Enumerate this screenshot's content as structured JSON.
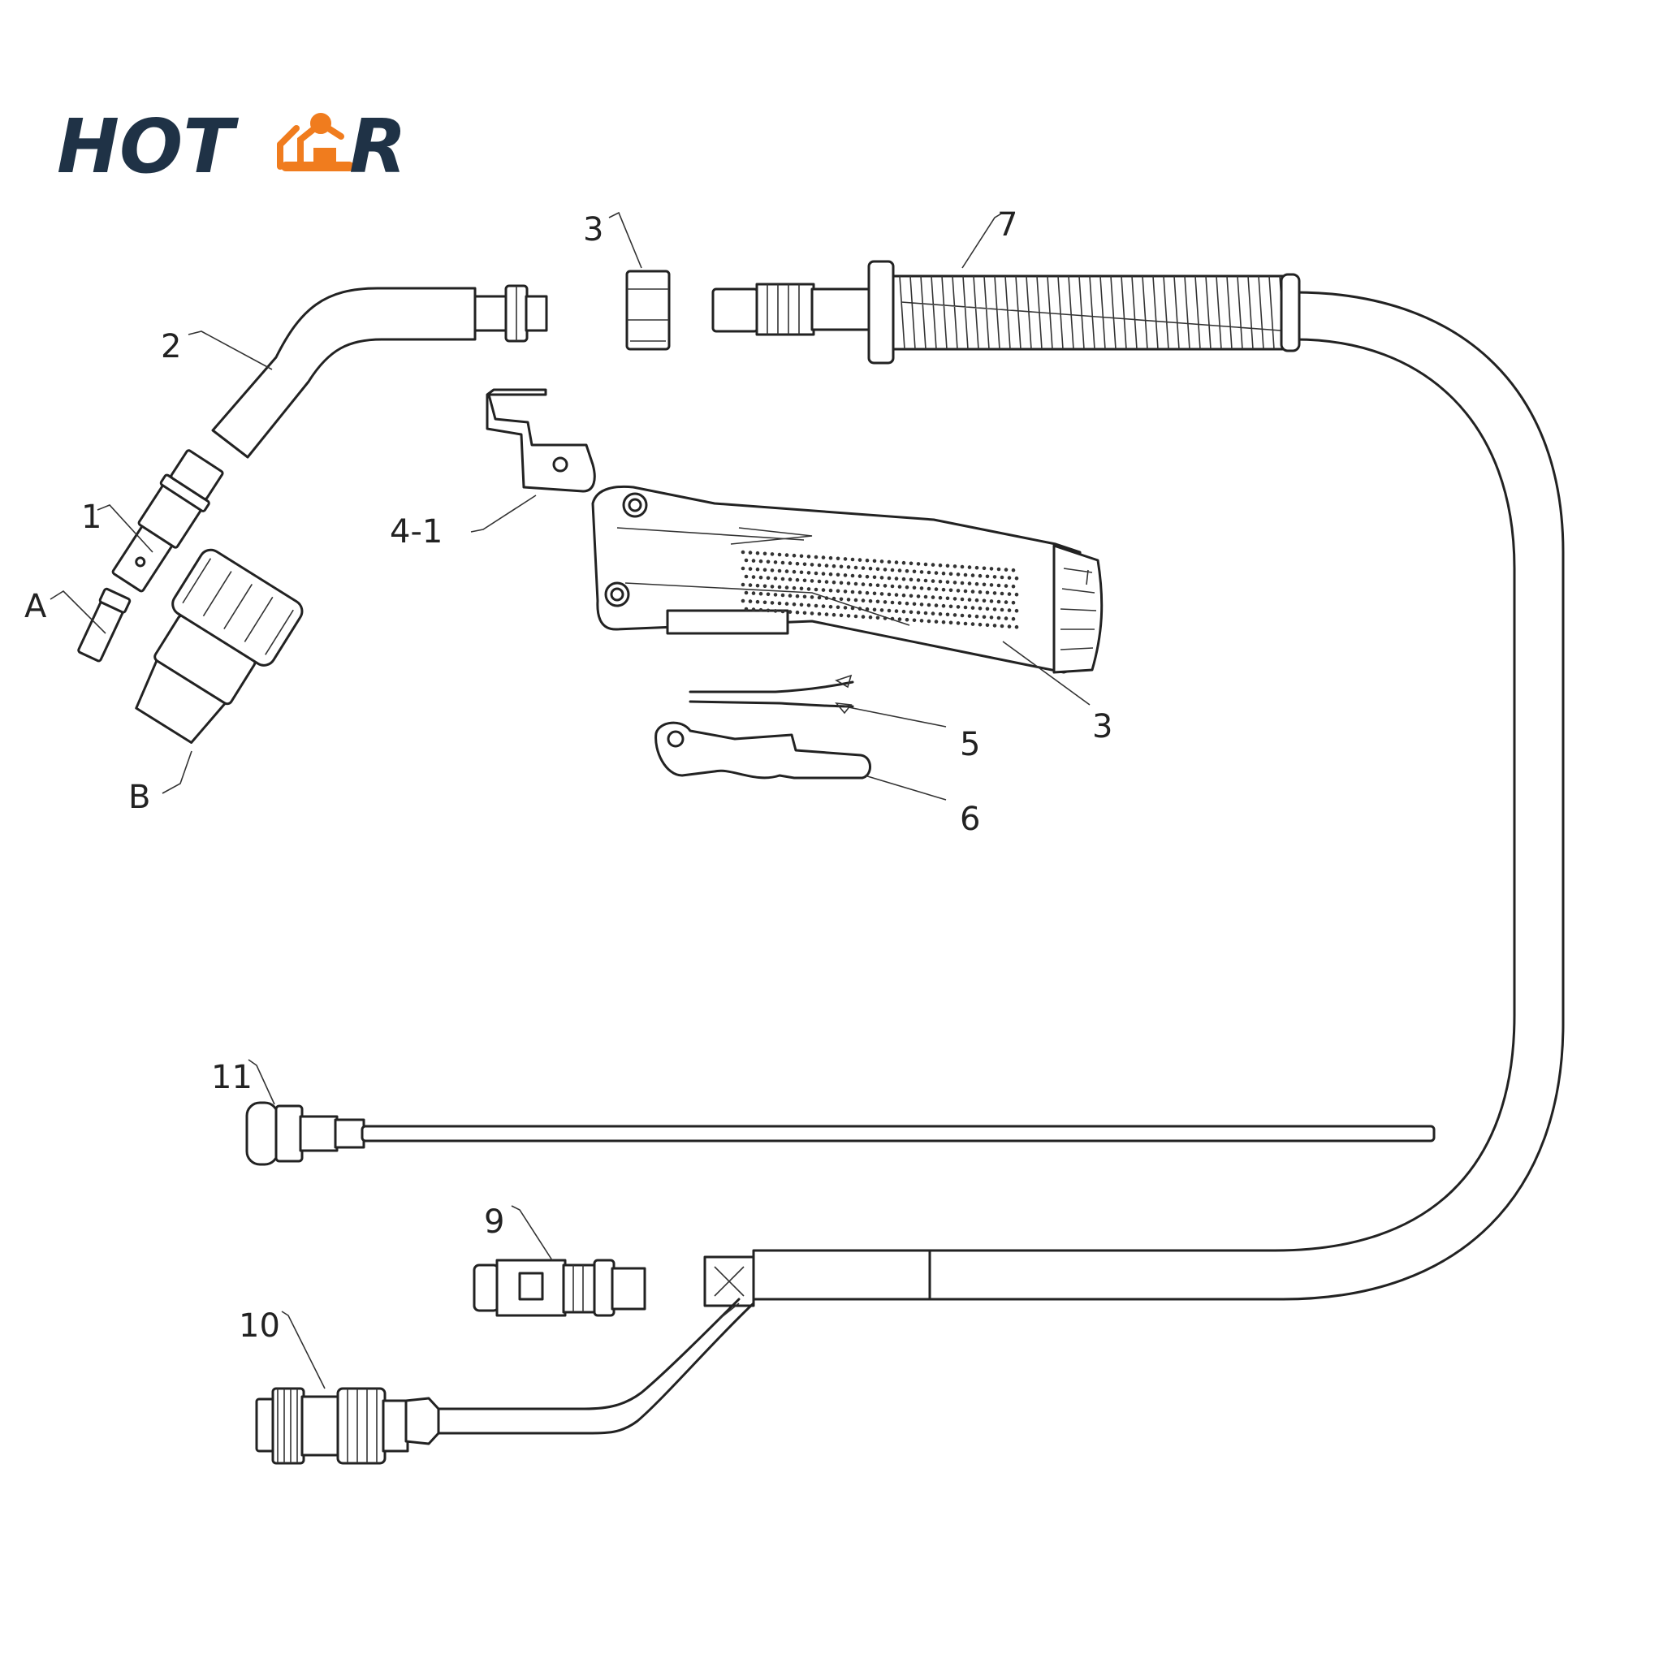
{
  "logo": {
    "text_left": "HOT",
    "text_right": "R",
    "icon": "robot-arm-icon",
    "text_color": "#1f3246",
    "accent_color": "#f07c1e"
  },
  "labels": {
    "nozzle_a": "A",
    "nozzle_b": "B",
    "contact_tip_1": "1",
    "swan_neck_2": "2",
    "nut_3": "3",
    "handle_3": "3",
    "bracket_4_1": "4-1",
    "spring_5": "5",
    "trigger_6": "6",
    "spring_guard_7": "7",
    "connector_9": "9",
    "plug_10": "10",
    "liner_11": "11"
  }
}
